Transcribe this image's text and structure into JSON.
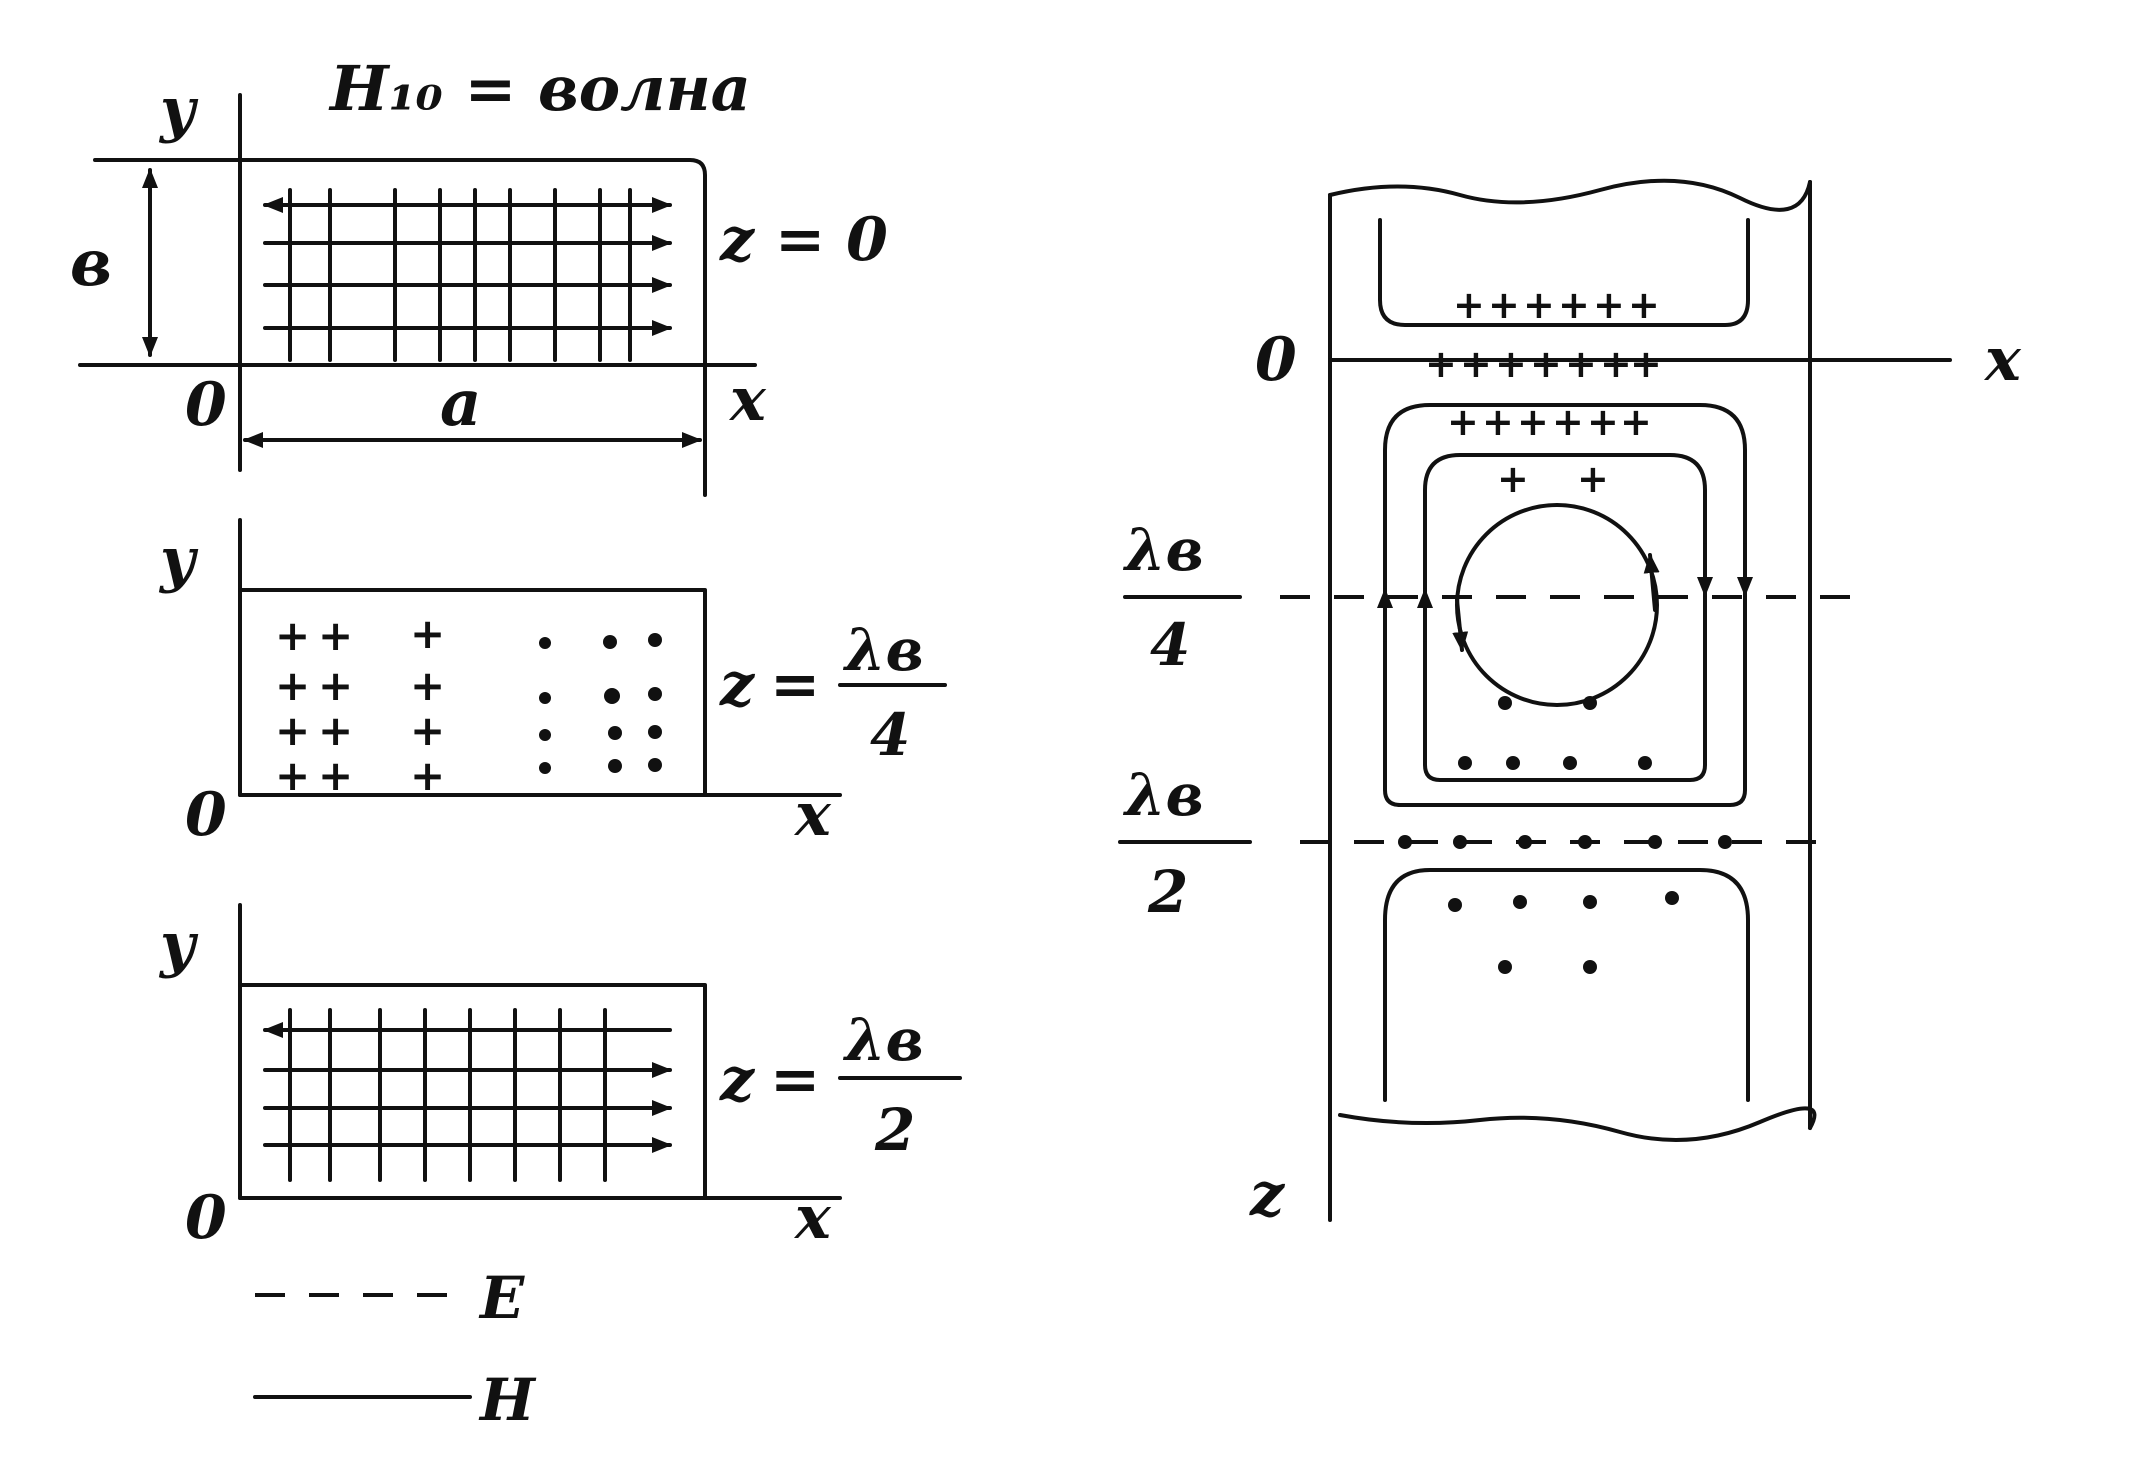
{
  "title": "H₁₀ = волна",
  "labels": {
    "y": "y",
    "x": "x",
    "z": "z",
    "origin": "0",
    "a": "a",
    "b": "в",
    "eq": "=",
    "z0": "z = 0",
    "lambda_b": "λв",
    "four": "4",
    "two": "2",
    "plus": "+"
  },
  "legend": {
    "e_label": "E",
    "h_label": "H"
  }
}
